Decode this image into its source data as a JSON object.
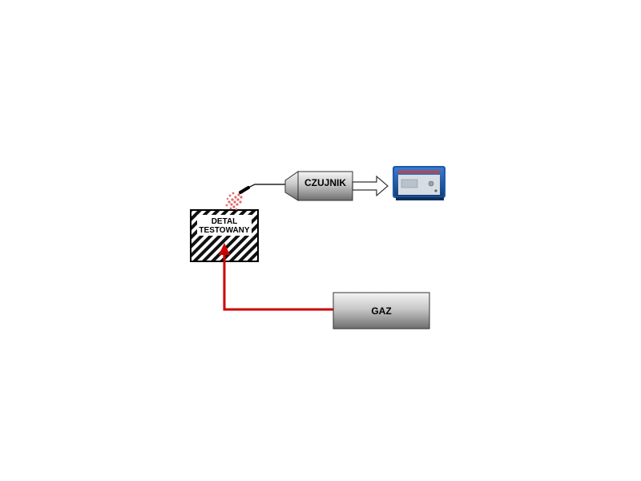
{
  "labels": {
    "test_part_line1": "DETAL",
    "test_part_line2": "TESTOWANY",
    "sensor": "CZUJNIK",
    "gas": "GAZ"
  },
  "colors": {
    "gas_line": "#cc0000",
    "leak_spray": "#e36a6a",
    "device_body": "#1f5aa6",
    "device_screen": "#d8dde3"
  },
  "icons": {
    "leak": "gas-leak-spray-icon",
    "flow": "signal-arrow-icon",
    "device": "leak-detector-device-icon"
  }
}
